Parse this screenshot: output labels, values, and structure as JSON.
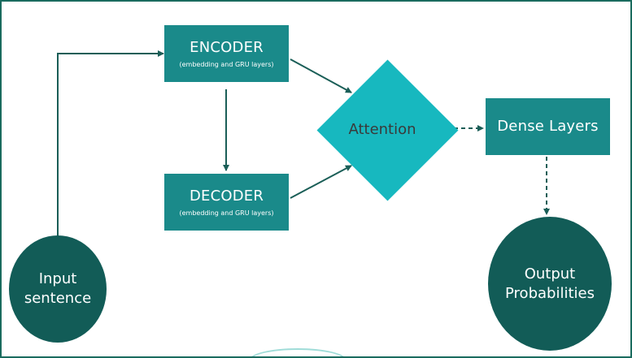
{
  "colors": {
    "frame_border": "#1a6b5e",
    "box_fill": "#1a8a8a",
    "diamond_fill": "#17b8bf",
    "circle_fill": "#125c57",
    "arrow": "#1a5e57"
  },
  "nodes": {
    "input": {
      "label": "Input\nsentence"
    },
    "encoder": {
      "title": "ENCODER",
      "subtitle": "(embedding and GRU layers)"
    },
    "decoder": {
      "title": "DECODER",
      "subtitle": "(embedding and GRU layers)"
    },
    "attention": {
      "label": "Attention"
    },
    "dense": {
      "label": "Dense Layers"
    },
    "output": {
      "label": "Output\nProbabilities"
    }
  },
  "edges": [
    {
      "from": "input",
      "to": "encoder",
      "style": "solid"
    },
    {
      "from": "encoder",
      "to": "decoder",
      "style": "solid"
    },
    {
      "from": "encoder",
      "to": "attention",
      "style": "solid"
    },
    {
      "from": "decoder",
      "to": "attention",
      "style": "solid"
    },
    {
      "from": "attention",
      "to": "dense",
      "style": "dashed"
    },
    {
      "from": "dense",
      "to": "output",
      "style": "dashed"
    }
  ]
}
